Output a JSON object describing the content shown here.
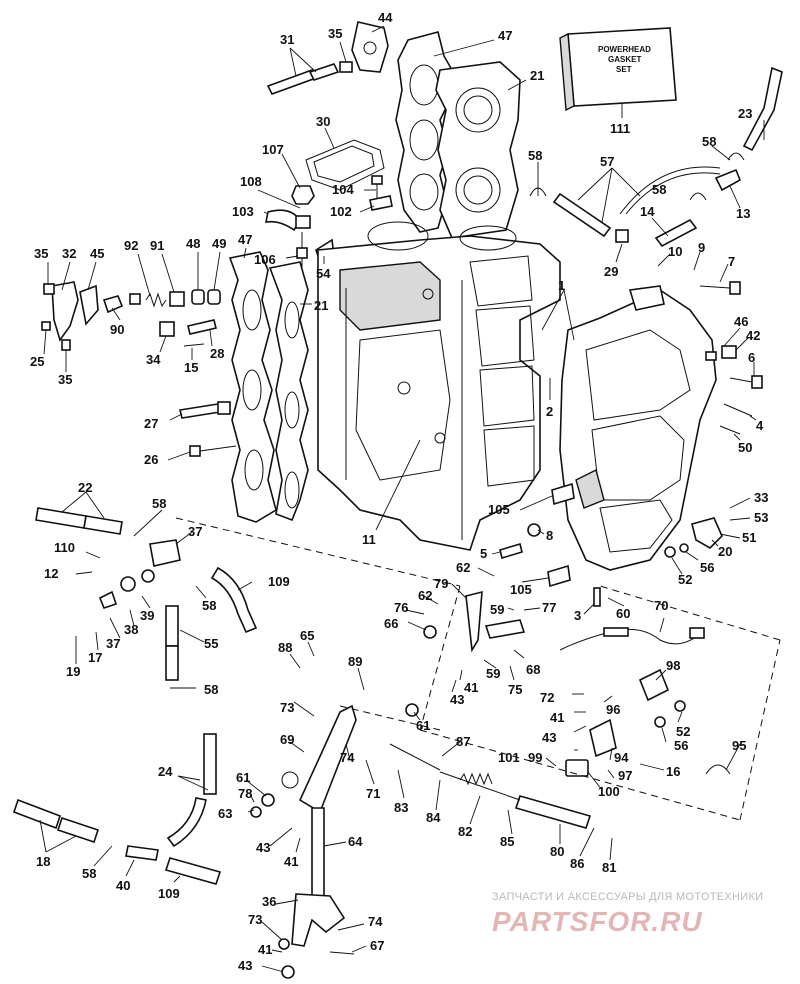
{
  "diagram": {
    "box": {
      "lines": [
        "POWERHEAD",
        "GASKET",
        "SET"
      ],
      "number": "111"
    },
    "callouts": [
      {
        "id": "c31",
        "text": "31"
      },
      {
        "id": "c35a",
        "text": "35"
      },
      {
        "id": "c44",
        "text": "44"
      },
      {
        "id": "c47a",
        "text": "47"
      },
      {
        "id": "c21a",
        "text": "21"
      },
      {
        "id": "c30",
        "text": "30"
      },
      {
        "id": "c107",
        "text": "107"
      },
      {
        "id": "c108",
        "text": "108"
      },
      {
        "id": "c104",
        "text": "104"
      },
      {
        "id": "c102",
        "text": "102"
      },
      {
        "id": "c103",
        "text": "103"
      },
      {
        "id": "c58a",
        "text": "58"
      },
      {
        "id": "c57",
        "text": "57"
      },
      {
        "id": "c58b",
        "text": "58"
      },
      {
        "id": "c58c",
        "text": "58"
      },
      {
        "id": "c23",
        "text": "23"
      },
      {
        "id": "c13",
        "text": "13"
      },
      {
        "id": "c14",
        "text": "14"
      },
      {
        "id": "c29",
        "text": "29"
      },
      {
        "id": "c10",
        "text": "10"
      },
      {
        "id": "c9",
        "text": "9"
      },
      {
        "id": "c7",
        "text": "7"
      },
      {
        "id": "c35b",
        "text": "35"
      },
      {
        "id": "c32",
        "text": "32"
      },
      {
        "id": "c45",
        "text": "45"
      },
      {
        "id": "c92",
        "text": "92"
      },
      {
        "id": "c91",
        "text": "91"
      },
      {
        "id": "c48",
        "text": "48"
      },
      {
        "id": "c49",
        "text": "49"
      },
      {
        "id": "c47b",
        "text": "47"
      },
      {
        "id": "c106",
        "text": "106"
      },
      {
        "id": "c54",
        "text": "54"
      },
      {
        "id": "c21b",
        "text": "21"
      },
      {
        "id": "c90",
        "text": "90"
      },
      {
        "id": "c25",
        "text": "25"
      },
      {
        "id": "c35c",
        "text": "35"
      },
      {
        "id": "c34",
        "text": "34"
      },
      {
        "id": "c28",
        "text": "28"
      },
      {
        "id": "c15",
        "text": "15"
      },
      {
        "id": "c1",
        "text": "1"
      },
      {
        "id": "c46",
        "text": "46"
      },
      {
        "id": "c42",
        "text": "42"
      },
      {
        "id": "c6",
        "text": "6"
      },
      {
        "id": "c2",
        "text": "2"
      },
      {
        "id": "c4",
        "text": "4"
      },
      {
        "id": "c27",
        "text": "27"
      },
      {
        "id": "c50",
        "text": "50"
      },
      {
        "id": "c26",
        "text": "26"
      },
      {
        "id": "c22",
        "text": "22"
      },
      {
        "id": "c58d",
        "text": "58"
      },
      {
        "id": "c105a",
        "text": "105"
      },
      {
        "id": "c33",
        "text": "33"
      },
      {
        "id": "c53",
        "text": "53"
      },
      {
        "id": "c51",
        "text": "51"
      },
      {
        "id": "c11",
        "text": "11"
      },
      {
        "id": "c37a",
        "text": "37"
      },
      {
        "id": "c8",
        "text": "8"
      },
      {
        "id": "c20",
        "text": "20"
      },
      {
        "id": "c110",
        "text": "110"
      },
      {
        "id": "c5",
        "text": "5"
      },
      {
        "id": "c56a",
        "text": "56"
      },
      {
        "id": "c62a",
        "text": "62"
      },
      {
        "id": "c105b",
        "text": "105"
      },
      {
        "id": "c52a",
        "text": "52"
      },
      {
        "id": "c12",
        "text": "12"
      },
      {
        "id": "c109a",
        "text": "109"
      },
      {
        "id": "c79",
        "text": "79"
      },
      {
        "id": "c62b",
        "text": "62"
      },
      {
        "id": "c76",
        "text": "76"
      },
      {
        "id": "c3",
        "text": "3"
      },
      {
        "id": "c60",
        "text": "60"
      },
      {
        "id": "c70",
        "text": "70"
      },
      {
        "id": "c58e",
        "text": "58"
      },
      {
        "id": "c39",
        "text": "39"
      },
      {
        "id": "c38",
        "text": "38"
      },
      {
        "id": "c37b",
        "text": "37"
      },
      {
        "id": "c66",
        "text": "66"
      },
      {
        "id": "c59a",
        "text": "59"
      },
      {
        "id": "c77",
        "text": "77"
      },
      {
        "id": "c55",
        "text": "55"
      },
      {
        "id": "c17",
        "text": "17"
      },
      {
        "id": "c19",
        "text": "19"
      },
      {
        "id": "c65",
        "text": "65"
      },
      {
        "id": "c88",
        "text": "88"
      },
      {
        "id": "c89",
        "text": "89"
      },
      {
        "id": "c59b",
        "text": "59"
      },
      {
        "id": "c68",
        "text": "68"
      },
      {
        "id": "c41a",
        "text": "41"
      },
      {
        "id": "c75",
        "text": "75"
      },
      {
        "id": "c98",
        "text": "98"
      },
      {
        "id": "c58f",
        "text": "58"
      },
      {
        "id": "c43a",
        "text": "43"
      },
      {
        "id": "c72",
        "text": "72"
      },
      {
        "id": "c96",
        "text": "96"
      },
      {
        "id": "c41b",
        "text": "41"
      },
      {
        "id": "c52b",
        "text": "52"
      },
      {
        "id": "c73a",
        "text": "73"
      },
      {
        "id": "c61a",
        "text": "61"
      },
      {
        "id": "c43b",
        "text": "43"
      },
      {
        "id": "c56b",
        "text": "56"
      },
      {
        "id": "c87",
        "text": "87"
      },
      {
        "id": "c69",
        "text": "69"
      },
      {
        "id": "c99",
        "text": "99"
      },
      {
        "id": "c94",
        "text": "94"
      },
      {
        "id": "c95",
        "text": "95"
      },
      {
        "id": "c74a",
        "text": "74"
      },
      {
        "id": "c101",
        "text": "101"
      },
      {
        "id": "c16",
        "text": "16"
      },
      {
        "id": "c24",
        "text": "24"
      },
      {
        "id": "c61b",
        "text": "61"
      },
      {
        "id": "c71",
        "text": "71"
      },
      {
        "id": "c97",
        "text": "97"
      },
      {
        "id": "c78",
        "text": "78"
      },
      {
        "id": "c83",
        "text": "83"
      },
      {
        "id": "c84",
        "text": "84"
      },
      {
        "id": "c100",
        "text": "100"
      },
      {
        "id": "c63",
        "text": "63"
      },
      {
        "id": "c82",
        "text": "82"
      },
      {
        "id": "c85",
        "text": "85"
      },
      {
        "id": "c18",
        "text": "18"
      },
      {
        "id": "c64",
        "text": "64"
      },
      {
        "id": "c80",
        "text": "80"
      },
      {
        "id": "c43c",
        "text": "43"
      },
      {
        "id": "c41c",
        "text": "41"
      },
      {
        "id": "c86",
        "text": "86"
      },
      {
        "id": "c81",
        "text": "81"
      },
      {
        "id": "c58g",
        "text": "58"
      },
      {
        "id": "c40",
        "text": "40"
      },
      {
        "id": "c109b",
        "text": "109"
      },
      {
        "id": "c36",
        "text": "36"
      },
      {
        "id": "c73b",
        "text": "73"
      },
      {
        "id": "c74b",
        "text": "74"
      },
      {
        "id": "c41d",
        "text": "41"
      },
      {
        "id": "c67",
        "text": "67"
      },
      {
        "id": "c43d",
        "text": "43"
      }
    ]
  },
  "watermark": {
    "tagline": "ЗАПЧАСТИ И АКСЕССУАРЫ ДЛЯ МОТОТЕХНИКИ",
    "brand": "PARTSFOR.RU"
  }
}
